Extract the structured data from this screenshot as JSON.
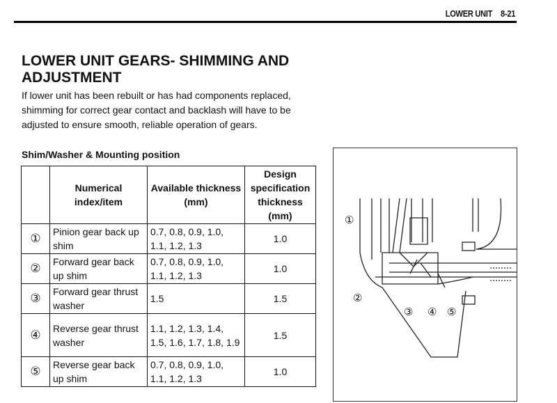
{
  "header": {
    "section": "LOWER UNIT",
    "page": "8-21"
  },
  "title": "LOWER UNIT GEARS- SHIMMING AND ADJUSTMENT",
  "intro": "If lower unit has been rebuilt or has had components replaced, shimming for correct gear contact and backlash will have to be adjusted to ensure smooth, reliable operation of gears.",
  "table_title": "Shim/Washer & Mounting position",
  "table": {
    "headers": [
      "",
      "Numerical index/item",
      "Available thickness (mm)",
      "Design specification thickness (mm)"
    ],
    "rows": [
      {
        "index": "①",
        "item": "Pinion gear back up shim",
        "available": "0.7, 0.8, 0.9, 1.0, 1.1, 1.2, 1.3",
        "spec": "1.0"
      },
      {
        "index": "②",
        "item": "Forward gear back up shim",
        "available": "0.7, 0.8, 0.9, 1.0, 1.1, 1.2, 1.3",
        "spec": "1.0"
      },
      {
        "index": "③",
        "item": "Forward gear thrust washer",
        "available": "1.5",
        "spec": "1.5"
      },
      {
        "index": "④",
        "item": "Reverse gear thrust washer",
        "available": "1.1, 1.2, 1.3, 1.4, 1.5, 1.6, 1.7, 1.8, 1.9",
        "spec": "1.5"
      },
      {
        "index": "⑤",
        "item": "Reverse gear back up shim",
        "available": "0.7, 0.8, 0.9, 1.0, 1.1, 1.2, 1.3",
        "spec": "1.0"
      }
    ]
  },
  "diagram": {
    "labels": [
      "①",
      "②",
      "③",
      "④",
      "⑤"
    ]
  }
}
